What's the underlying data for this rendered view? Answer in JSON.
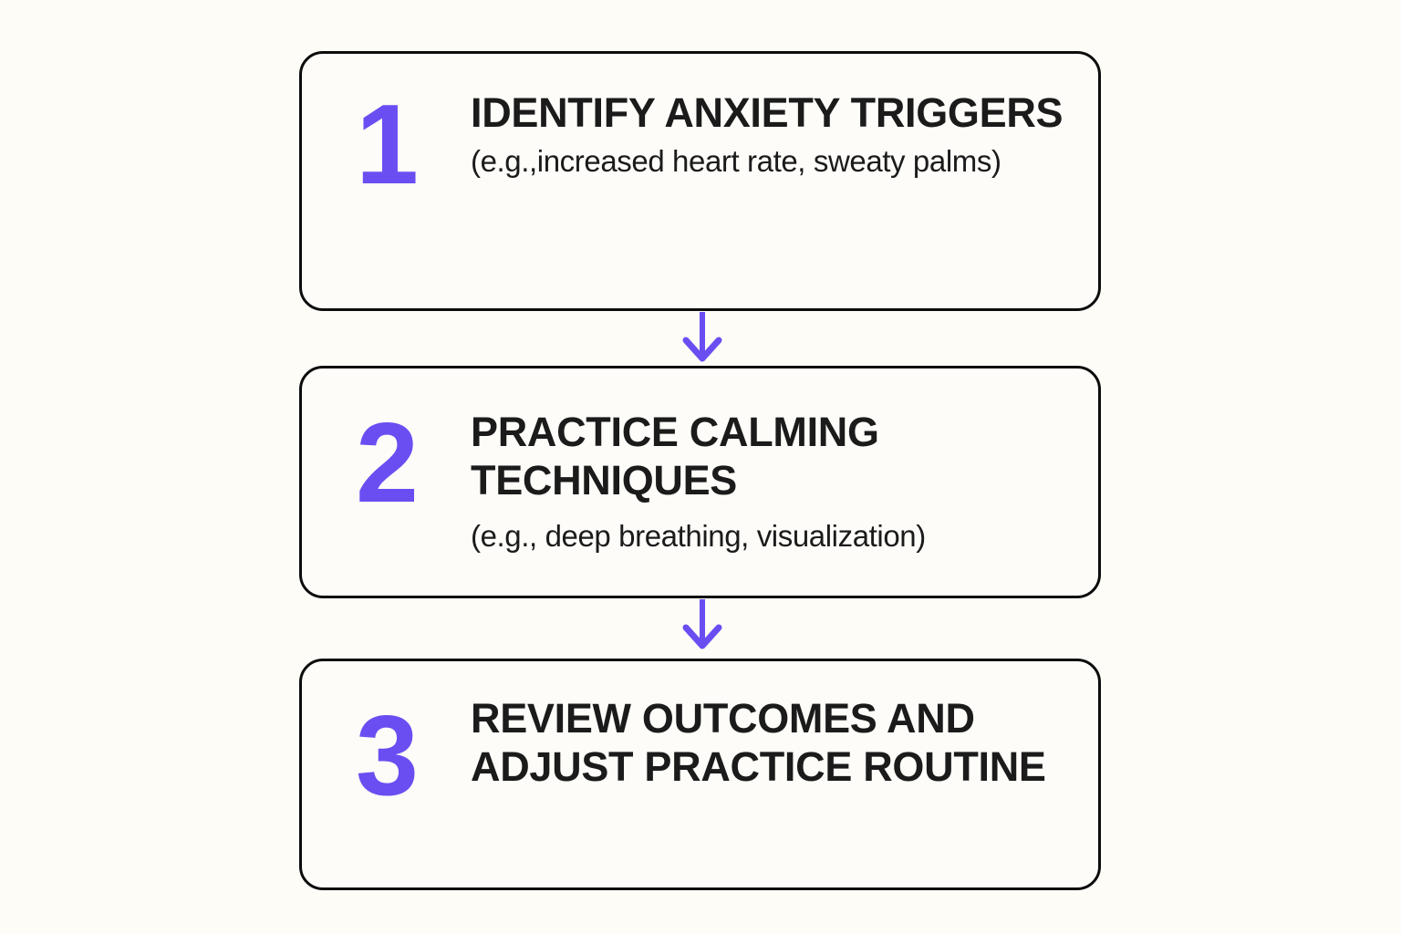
{
  "page": {
    "background_color": "#fdfcf7",
    "accent_color": "#6b4ef2",
    "text_color": "#1b1b1b",
    "border_color": "#0c0c0c"
  },
  "diagram": {
    "type": "vertical-flowchart",
    "orientation": "top-to-bottom",
    "step_count": 3,
    "steps": [
      {
        "number": "1",
        "title": "IDENTIFY ANXIETY TRIGGERS",
        "subtitle": "(e.g.,increased heart rate, sweaty palms)"
      },
      {
        "number": "2",
        "title": "PRACTICE CALMING TECHNIQUES",
        "subtitle": "(e.g., deep breathing, visualization)"
      },
      {
        "number": "3",
        "title": "REVIEW OUTCOMES AND ADJUST PRACTICE ROUTINE",
        "subtitle": ""
      }
    ],
    "connectors": [
      {
        "icon": "down-arrow-icon",
        "from": "1",
        "to": "2"
      },
      {
        "icon": "down-arrow-icon",
        "from": "2",
        "to": "3"
      }
    ]
  }
}
